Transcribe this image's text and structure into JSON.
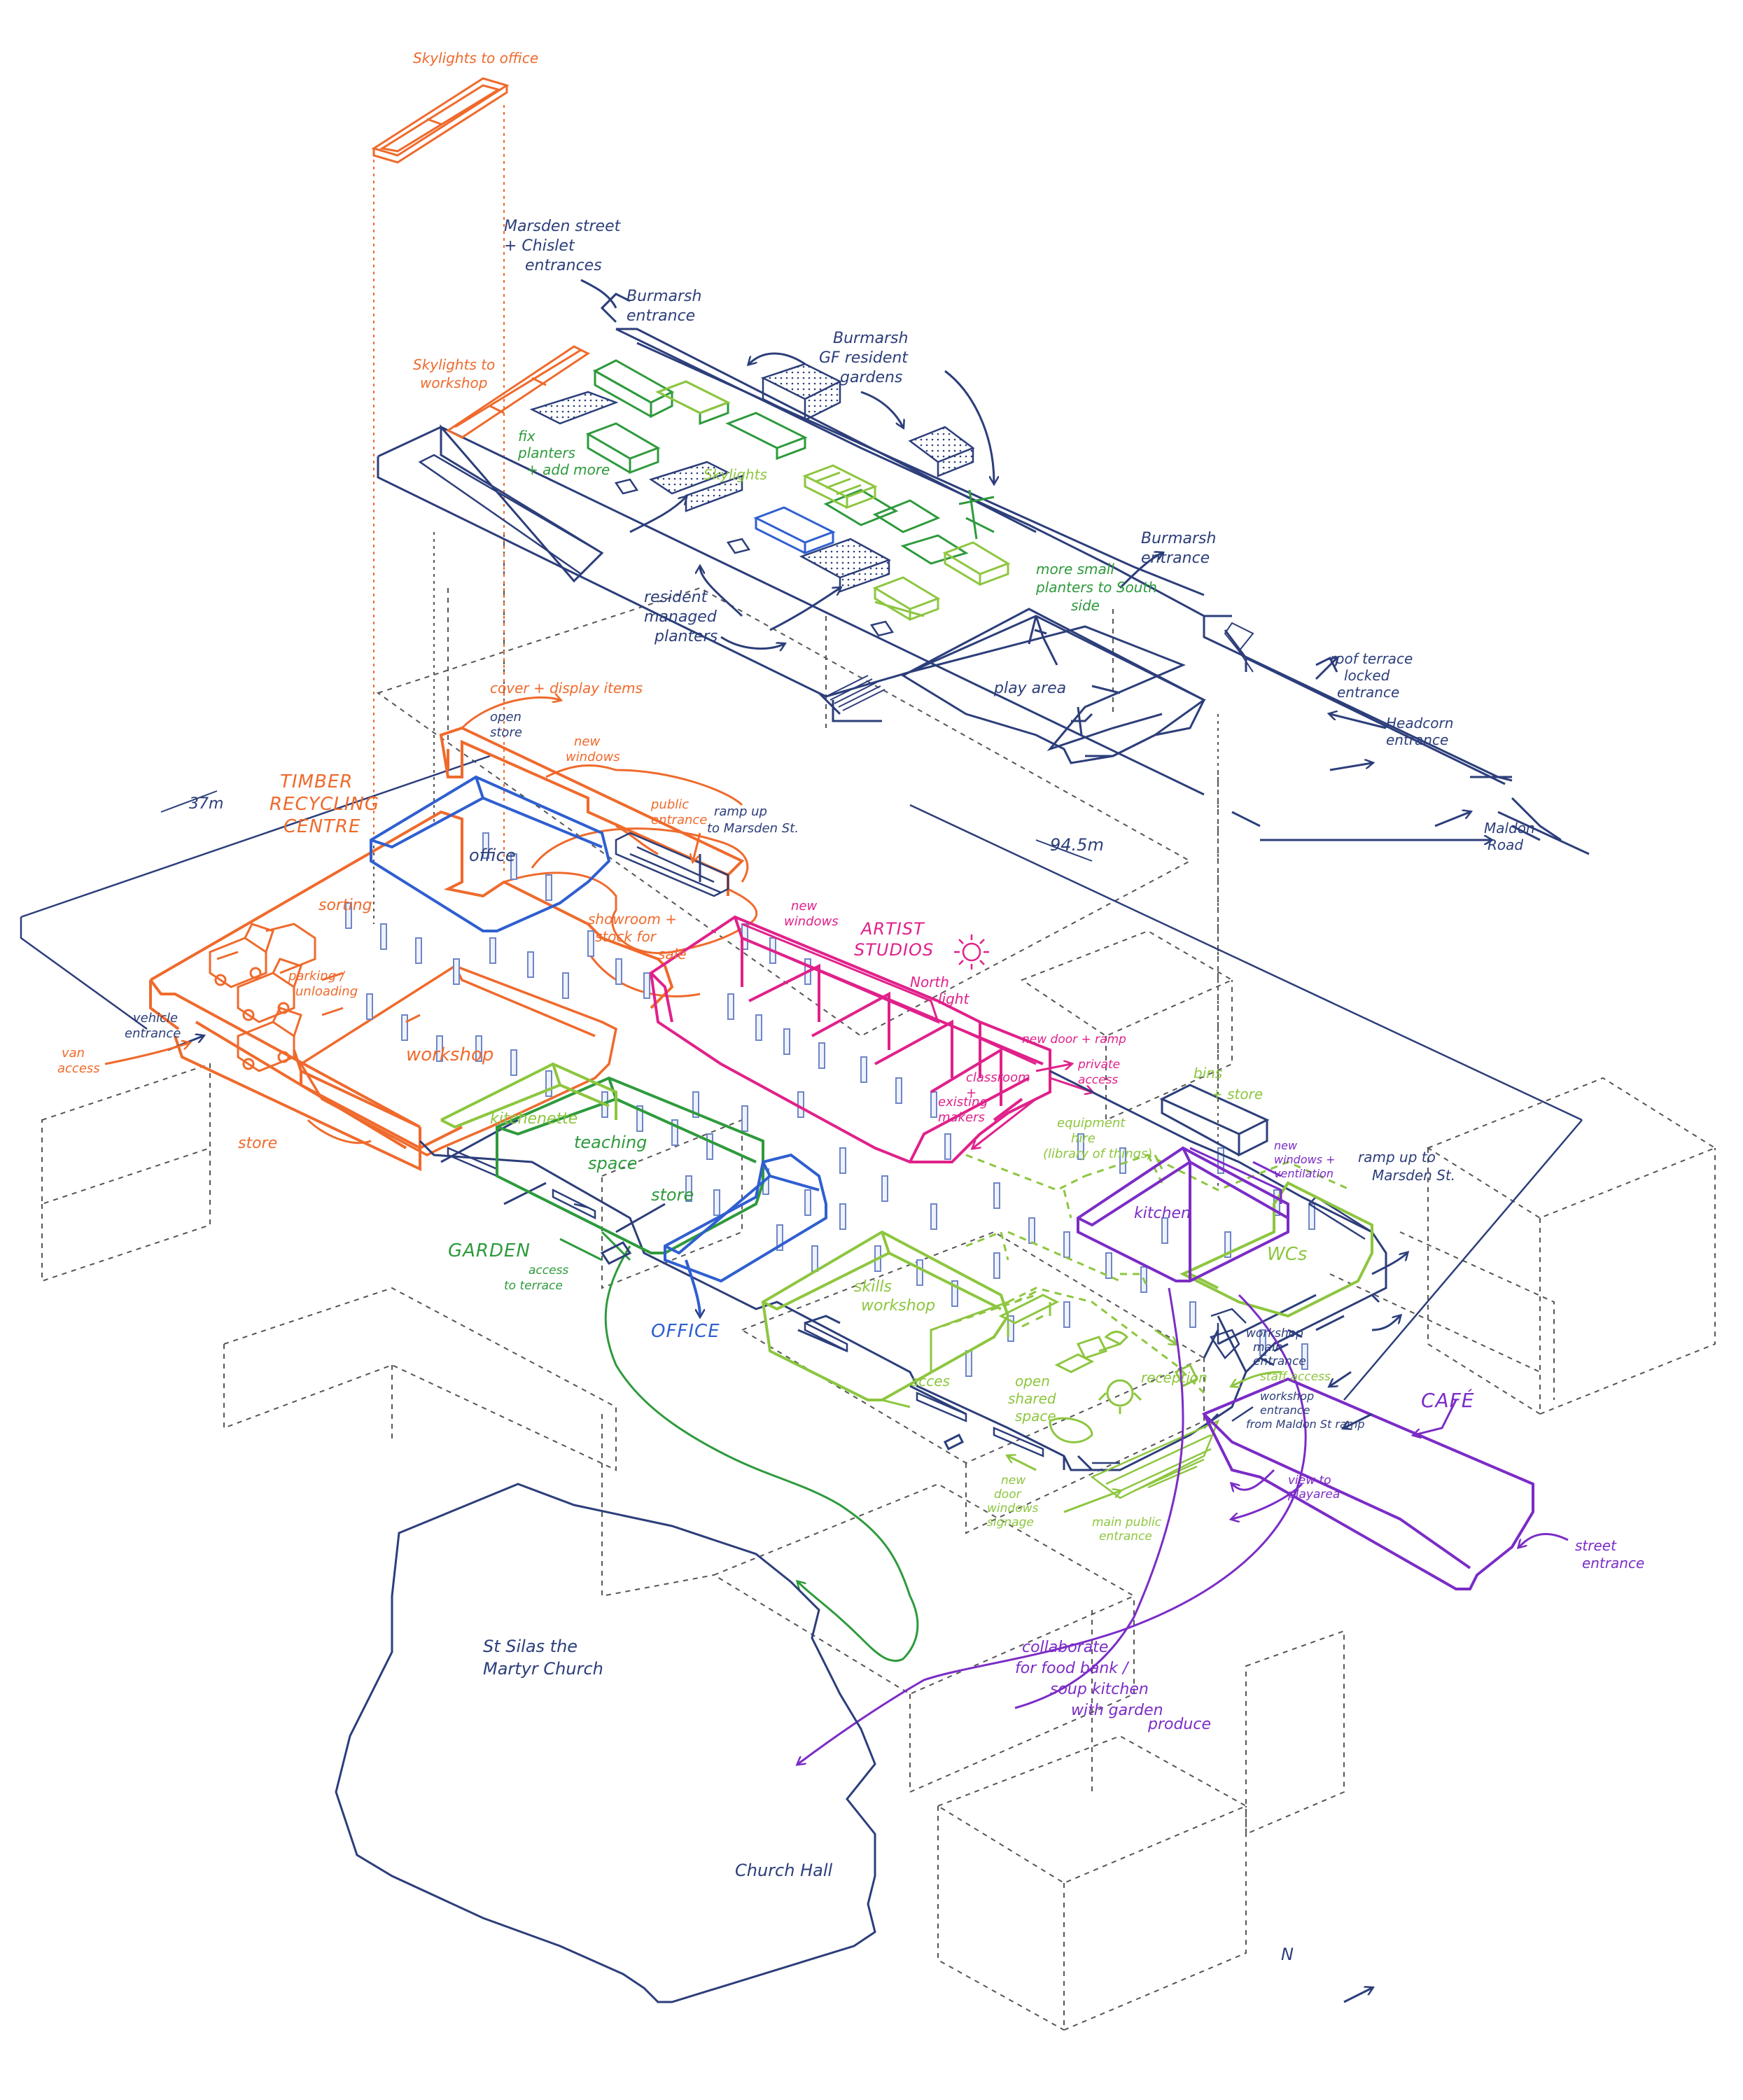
{
  "colors": {
    "navy": "#2c3e7a",
    "orange": "#ef6a2c",
    "blue": "#2f5fd0",
    "magenta": "#e0218a",
    "green": "#2e9a3c",
    "lime": "#8dc63f",
    "purple": "#7b2cc6",
    "grey": "#555555"
  },
  "roof": {
    "skylights_office": "Skylights to office",
    "marsden_entrances": [
      "Marsden street",
      "+ Chislet",
      "entrances"
    ],
    "burmarsh_entrance_top": [
      "Burmarsh",
      "entrance"
    ],
    "burmarsh_gardens": [
      "Burmarsh",
      "GF resident",
      "gardens"
    ],
    "skylights_workshop": [
      "Skylights to",
      "workshop"
    ],
    "fix_planters": [
      "fix",
      "planters",
      "+ add more"
    ],
    "skylights": "Skylights",
    "resident_planters": [
      "resident",
      "managed",
      "planters"
    ],
    "more_planters": [
      "more small",
      "planters to South",
      "side"
    ],
    "burmarsh_entrance_right": [
      "Burmarsh",
      "entrance"
    ],
    "play_area": "play area",
    "roof_terrace": [
      "roof terrace",
      "locked",
      "entrance"
    ],
    "headcorn_entrance": [
      "Headcorn",
      "entrance"
    ],
    "maldon_road": [
      "Maldon",
      "Road"
    ]
  },
  "ground": {
    "dim_width": "37m",
    "dim_length": "94.5m",
    "timber_centre": [
      "TIMBER",
      "RECYCLING",
      "CENTRE"
    ],
    "cover_display": "cover + display items",
    "open_store": [
      "open",
      "store"
    ],
    "new_windows_top": [
      "new",
      "windows"
    ],
    "public_entrance": [
      "public",
      "entrance"
    ],
    "ramp_marsden_top": [
      "ramp up",
      "to Marsden St."
    ],
    "office_upper": "office",
    "showroom": [
      "showroom +",
      "stock for",
      "sale"
    ],
    "sorting": "sorting",
    "parking": [
      "parking /",
      "unloading"
    ],
    "vehicle_entrance": [
      "vehicle",
      "entrance"
    ],
    "van_access": [
      "van",
      "access"
    ],
    "workshop": "workshop",
    "store_orange": "store",
    "new_windows_artist": [
      "new",
      "windows"
    ],
    "artist_studios": [
      "ARTIST",
      "STUDIOS"
    ],
    "north_light": [
      "North",
      "light"
    ],
    "new_door_ramp": "new door + ramp",
    "private_access": [
      "private",
      "access"
    ],
    "classroom": [
      "classroom",
      "+",
      "existing",
      "makers"
    ],
    "bins_store": [
      "bins",
      "+ store"
    ],
    "equipment_hire": [
      "equipment",
      "hire",
      "(library of things)"
    ],
    "new_windows_vent": [
      "new",
      "windows +",
      "ventilation"
    ],
    "ramp_marsden_right": [
      "ramp up to",
      "Marsden St."
    ],
    "kitchen": "kitchen",
    "wcs": "WCs",
    "kitchenette": "kitchenette",
    "teaching_space": [
      "teaching",
      "space"
    ],
    "store_green": "store",
    "garden": "GARDEN",
    "access_terrace": [
      "access",
      "to terrace"
    ],
    "office_lower": "OFFICE",
    "skills_workshop": [
      "skills",
      "workshop"
    ],
    "acces": "acces",
    "open_shared": [
      "open",
      "shared",
      "space"
    ],
    "reception": "reception",
    "workshop_main": [
      "workshop",
      "main",
      "entrance"
    ],
    "staff_access": "staff access",
    "workshop_entrance_maldon": [
      "workshop",
      "entrance",
      "from Maldon St ramp"
    ],
    "cafe": "CAFÉ",
    "view_playarea": [
      "view to",
      "playarea"
    ],
    "street_entrance": [
      "street",
      "entrance"
    ],
    "new_door_signage": [
      "new",
      "door",
      "windows",
      "signage"
    ],
    "main_public_entrance": [
      "main public",
      "entrance"
    ],
    "collaborate": [
      "collaborate",
      "for food bank /",
      "soup kitchen",
      "with garden",
      "produce"
    ],
    "church": [
      "St Silas the",
      "Martyr Church"
    ],
    "church_hall": "Church Hall",
    "north": "N"
  }
}
